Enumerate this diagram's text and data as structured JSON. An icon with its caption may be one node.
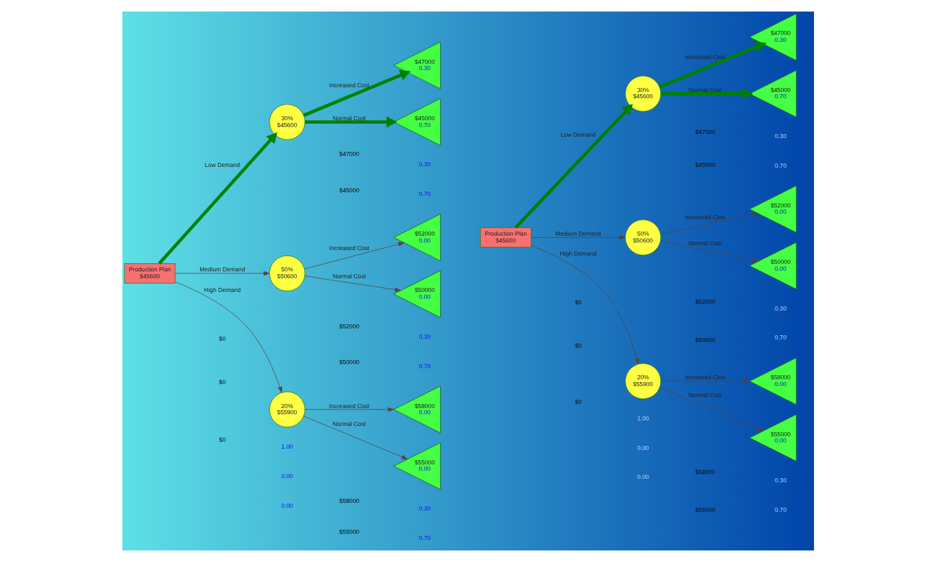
{
  "diagram": {
    "nodes": [
      {
        "text": [
          "Production Plan",
          "$45600"
        ]
      },
      {
        "text": [
          "30%",
          "$45600"
        ]
      },
      {
        "text": [
          "$47000",
          "0.30"
        ]
      },
      {
        "text": [
          "$45000",
          "0.70"
        ]
      },
      {
        "text": [
          "50%",
          "$50600"
        ]
      },
      {
        "text": [
          "$52000",
          "0.00"
        ]
      },
      {
        "text": [
          "$50000",
          "0.00"
        ]
      },
      {
        "text": [
          "20%",
          "$55900"
        ]
      },
      {
        "text": [
          "$58000",
          "0.00"
        ]
      },
      {
        "text": [
          "$55000",
          "0.00"
        ]
      },
      {
        "text": [
          "Production Plan",
          "$45600"
        ]
      },
      {
        "text": [
          "30%",
          "$45600"
        ]
      },
      {
        "text": [
          "$47000",
          "0.30"
        ]
      },
      {
        "text": [
          "$45000",
          "0.70"
        ]
      },
      {
        "text": [
          "50%",
          "$50600"
        ]
      },
      {
        "text": [
          "$52000",
          "0.00"
        ]
      },
      {
        "text": [
          "$50000",
          "0.00"
        ]
      },
      {
        "text": [
          "20%",
          "$55900"
        ]
      },
      {
        "text": [
          "$58000",
          "0.00"
        ]
      },
      {
        "text": [
          "$55000",
          "0.00"
        ]
      }
    ],
    "edges": [
      {
        "from": 0,
        "to": 1,
        "arrow": "to",
        "label": "Low Demand",
        "style": "thick",
        "color": "#008000"
      },
      {
        "from": 1,
        "to": 2,
        "arrow": "to",
        "label": "Increased Cost",
        "style": "thick",
        "color": "#008000"
      },
      {
        "from": 1,
        "to": 3,
        "arrow": "to",
        "label": "Normal Cost",
        "style": "thick",
        "color": "#008000"
      },
      {
        "from": 0,
        "to": 4,
        "arrow": "to",
        "label": "Medium Demand"
      },
      {
        "from": 4,
        "to": 5,
        "arrow": "to",
        "label": "Increased Cost"
      },
      {
        "from": 4,
        "to": 6,
        "arrow": "to",
        "label": "Normal Cost"
      },
      {
        "from": 0,
        "to": 7,
        "arrow": "to",
        "label": "High Demand"
      },
      {
        "from": 7,
        "to": 8,
        "arrow": "to",
        "label": "Increased Cost"
      },
      {
        "from": 7,
        "to": 9,
        "arrow": "to",
        "label": "Normal Cost"
      },
      {
        "from": 10,
        "to": 11,
        "arrow": "to",
        "label": "Low Demand",
        "style": "thick",
        "color": "#008000"
      },
      {
        "from": 11,
        "to": 12,
        "arrow": "to",
        "label": "Increased Cost",
        "style": "thick",
        "color": "#008000"
      },
      {
        "from": 11,
        "to": 13,
        "arrow": "to",
        "label": "Normal Cost",
        "style": "thick",
        "color": "#008000"
      },
      {
        "from": 10,
        "to": 14,
        "arrow": "to",
        "label": "Medium Demand"
      },
      {
        "from": 14,
        "to": 15,
        "arrow": "to",
        "label": "Increased Cost"
      },
      {
        "from": 14,
        "to": 16,
        "arrow": "to",
        "label": "Normal Cost"
      },
      {
        "from": 10,
        "to": 17,
        "arrow": "to",
        "label": "High Demand"
      },
      {
        "from": 17,
        "to": 18,
        "arrow": "to",
        "label": "Increased Cost"
      },
      {
        "from": 17,
        "to": 19,
        "arrow": "to",
        "label": "Normal Cost"
      }
    ],
    "labels": [
      "$0",
      "1.00",
      "$47000",
      "0.30",
      "$45000",
      "0.70",
      "$0",
      "0.00",
      "$52000",
      "0.30",
      "$50000",
      "0.70",
      "$0",
      "0.00",
      "$58000",
      "0.30",
      "$55000",
      "0.70",
      "$0",
      "1.00",
      "$47000",
      "0.30",
      "$45000",
      "0.70",
      "$0",
      "0.00",
      "$52000",
      "0.30",
      "$50000",
      "0.70",
      "$0",
      "0.00",
      "$58000",
      "0.30",
      "$55000",
      "0.70"
    ]
  }
}
